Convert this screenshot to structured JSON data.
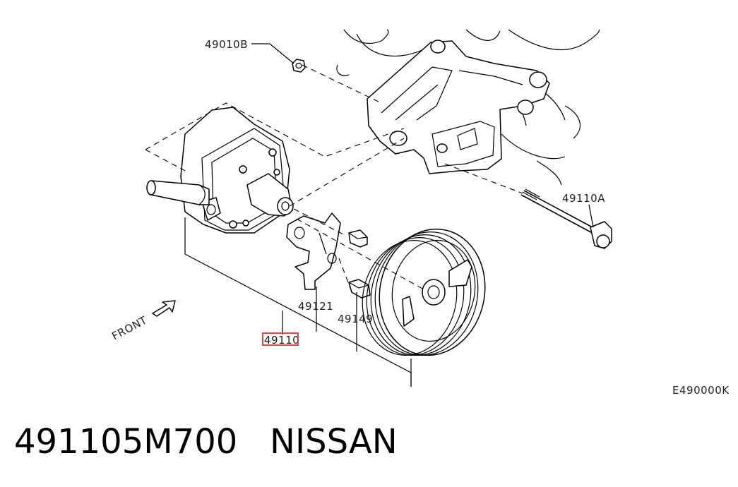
{
  "labels": {
    "nut": "49010B",
    "bolt_long": "49110A",
    "bracket": "49121",
    "bolt_short": "49149",
    "pump_assembly": "49110",
    "front": "FRONT",
    "diagram_code": "E490000K"
  },
  "highlight_color": "#e8322f",
  "caption": {
    "part_number": "491105M700",
    "brand": "NISSAN"
  }
}
